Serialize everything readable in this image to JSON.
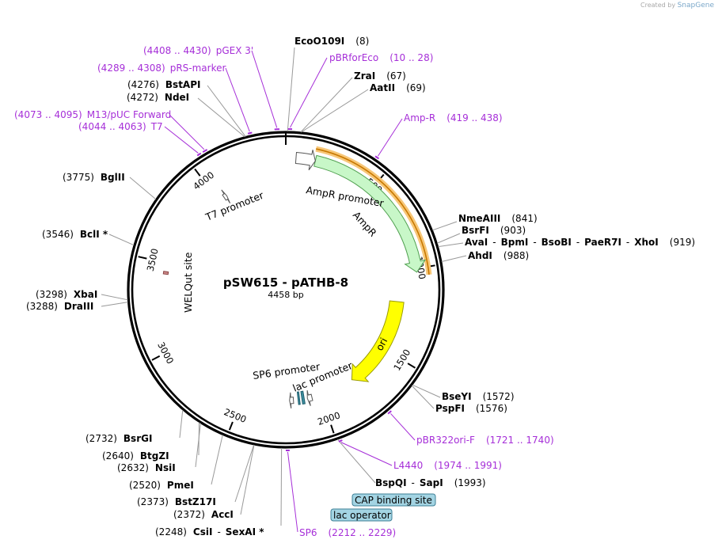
{
  "watermark": {
    "prefix": "Created by",
    "brand": "SnapGene"
  },
  "plasmid": {
    "name": "pSW615 - pATHB-8",
    "size_label": "4458 bp",
    "length": 4458
  },
  "colors": {
    "enzyme_line": "#999999",
    "primer": "#a62fd8",
    "ampr_fill": "#c8f7c8",
    "ampr_stroke": "#50a050",
    "ori_fill": "#ffff00",
    "ori_stroke": "#999900",
    "highlight": "#f7c778",
    "highlight_line": "#c87800",
    "backbone": "#000000",
    "box_fill": "#a3d4e3"
  },
  "position_ticks": [
    "500",
    "1000",
    "1500",
    "2000",
    "2500",
    "3000",
    "3500",
    "4000"
  ],
  "enzymes": [
    {
      "id": "ecoo109i",
      "name": "EcoO109I",
      "pos": "(8)",
      "site": 8
    },
    {
      "id": "zrai",
      "name": "ZraI",
      "pos": "(67)",
      "site": 67
    },
    {
      "id": "aatii",
      "name": "AatII",
      "pos": "(69)",
      "site": 69
    },
    {
      "id": "nmeaiii",
      "name": "NmeAIII",
      "pos": "(841)",
      "site": 841
    },
    {
      "id": "bsrfi",
      "name": "BsrFI",
      "pos": "(903)",
      "site": 903
    },
    {
      "id": "multi919",
      "parts": [
        "AvaI",
        "BpmI",
        "BsoBI",
        "PaeR7I",
        "XhoI"
      ],
      "pos": "(919)",
      "site": 919
    },
    {
      "id": "ahdi",
      "name": "AhdI",
      "pos": "(988)",
      "site": 988
    },
    {
      "id": "bseyi",
      "name": "BseYI",
      "pos": "(1572)",
      "site": 1572
    },
    {
      "id": "pspfi",
      "name": "PspFI",
      "pos": "(1576)",
      "site": 1576
    },
    {
      "id": "bspqi",
      "parts": [
        "BspQI",
        "SapI"
      ],
      "pos": "(1993)",
      "site": 1993
    },
    {
      "id": "csii",
      "parts": [
        "CsiI",
        "SexAI *"
      ],
      "pos": "(2248)",
      "site": 2248
    },
    {
      "id": "acci",
      "name": "AccI",
      "pos": "(2372)",
      "site": 2372
    },
    {
      "id": "bstz17i",
      "name": "BstZ17I",
      "pos": "(2373)",
      "site": 2373
    },
    {
      "id": "pmei",
      "name": "PmeI",
      "pos": "(2520)",
      "site": 2520
    },
    {
      "id": "nsii",
      "name": "NsiI",
      "pos": "(2632)",
      "site": 2632
    },
    {
      "id": "btgzi",
      "name": "BtgZI",
      "pos": "(2640)",
      "site": 2640
    },
    {
      "id": "bsrgi",
      "name": "BsrGI",
      "pos": "(2732)",
      "site": 2732
    },
    {
      "id": "draiii",
      "name": "DraIII",
      "pos": "(3288)",
      "site": 3288
    },
    {
      "id": "xbai",
      "name": "XbaI",
      "pos": "(3298)",
      "site": 3298
    },
    {
      "id": "bcli",
      "name": "BclI *",
      "pos": "(3546)",
      "site": 3546
    },
    {
      "id": "bglii",
      "name": "BglII",
      "pos": "(3775)",
      "site": 3775
    },
    {
      "id": "ndei",
      "name": "NdeI",
      "pos": "(4272)",
      "site": 4272
    },
    {
      "id": "bstapi",
      "name": "BstAPI",
      "pos": "(4276)",
      "site": 4276
    }
  ],
  "primers": [
    {
      "id": "pbrforeco",
      "name": "pBRforEco",
      "range": "(10 .. 28)",
      "start": 10,
      "end": 28
    },
    {
      "id": "ampr-primer",
      "name": "Amp-R",
      "range": "(419 .. 438)",
      "start": 419,
      "end": 438
    },
    {
      "id": "pbr322ori-f",
      "name": "pBR322ori-F",
      "range": "(1721 .. 1740)",
      "start": 1721,
      "end": 1740
    },
    {
      "id": "l4440",
      "name": "L4440",
      "range": "(1974 .. 1991)",
      "start": 1974,
      "end": 1991
    },
    {
      "id": "sp6-primer",
      "name": "SP6",
      "range": "(2212 .. 2229)",
      "start": 2212,
      "end": 2229
    },
    {
      "id": "t7-primer",
      "name": "T7",
      "range": "(4044 .. 4063)",
      "start": 4044,
      "end": 4063
    },
    {
      "id": "m13-puc",
      "name": "M13/pUC Forward",
      "range": "(4073 .. 4095)",
      "start": 4073,
      "end": 4095
    },
    {
      "id": "prs-marker",
      "name": "pRS-marker",
      "range": "(4289 .. 4308)",
      "start": 4289,
      "end": 4308
    },
    {
      "id": "pgex3",
      "name": "pGEX 3'",
      "range": "(4408 .. 4430)",
      "start": 4408,
      "end": 4430
    }
  ],
  "features": [
    {
      "id": "ampr",
      "name": "AmpR",
      "start": 160,
      "end": 1020,
      "ring": "outer",
      "type": "gene"
    },
    {
      "id": "ampr-promoter",
      "name": "AmpR promoter",
      "start": 55,
      "end": 160,
      "ring": "outer",
      "type": "promoter"
    },
    {
      "id": "ori",
      "name": "ori",
      "start": 1190,
      "end": 1780,
      "ring": "inner",
      "type": "origin"
    },
    {
      "id": "lac-promoter",
      "name": "lac promoter",
      "start": 2060,
      "end": 2090,
      "type": "promoter"
    },
    {
      "id": "sp6-promoter",
      "name": "SP6 promoter",
      "start": 2180,
      "end": 2205,
      "type": "promoter"
    },
    {
      "id": "t7-promoter",
      "name": "T7 promoter",
      "start": 4040,
      "end": 4060,
      "type": "promoter"
    },
    {
      "id": "welqut-site",
      "name": "WELQut site",
      "start": 3435,
      "end": 3450,
      "type": "site"
    }
  ],
  "boxed_labels": [
    {
      "id": "cap-binding-site",
      "name": "CAP binding site"
    },
    {
      "id": "lac-operator",
      "name": "lac operator"
    }
  ]
}
